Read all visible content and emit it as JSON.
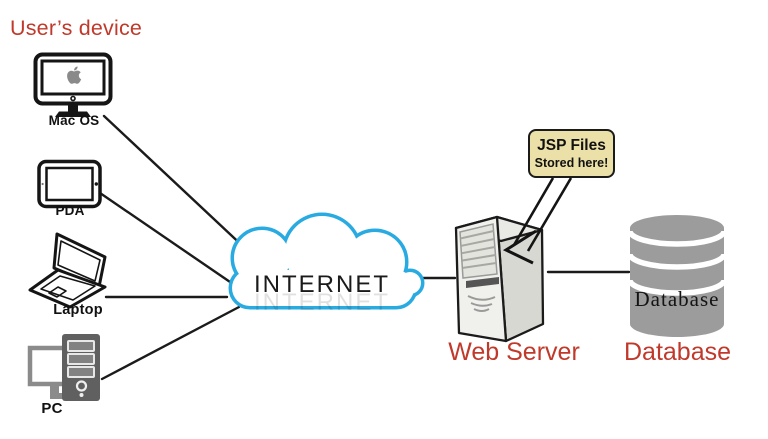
{
  "title": "User’s device",
  "colors": {
    "accent_red": "#C0392B",
    "cloud_blue": "#29ABE2",
    "note_bg": "#EBE0A8"
  },
  "devices": [
    {
      "label": "Mac OS"
    },
    {
      "label": "PDA"
    },
    {
      "label": "Laptop"
    },
    {
      "label": "PC"
    }
  ],
  "internet": {
    "label": "INTERNET"
  },
  "web_server": {
    "label": "Web Server"
  },
  "database": {
    "label": "Database",
    "cylinder_text": "Database"
  },
  "note": {
    "title": "JSP Files",
    "subtitle": "Stored here!"
  }
}
